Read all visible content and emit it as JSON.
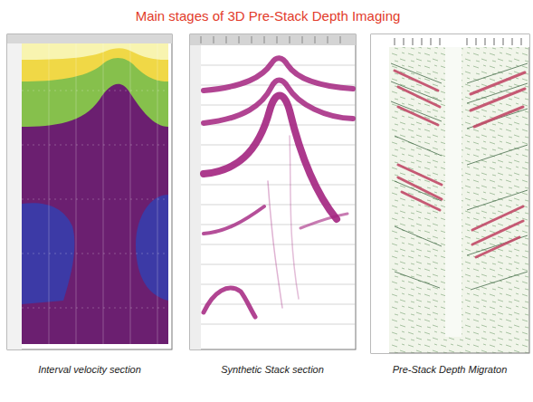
{
  "diagram": {
    "title": "Main stages of 3D Pre-Stack Depth Imaging",
    "labels": [
      "Interval velocity section",
      "Synthetic Stack section",
      "Pre-Stack Depth Migraton"
    ]
  }
}
